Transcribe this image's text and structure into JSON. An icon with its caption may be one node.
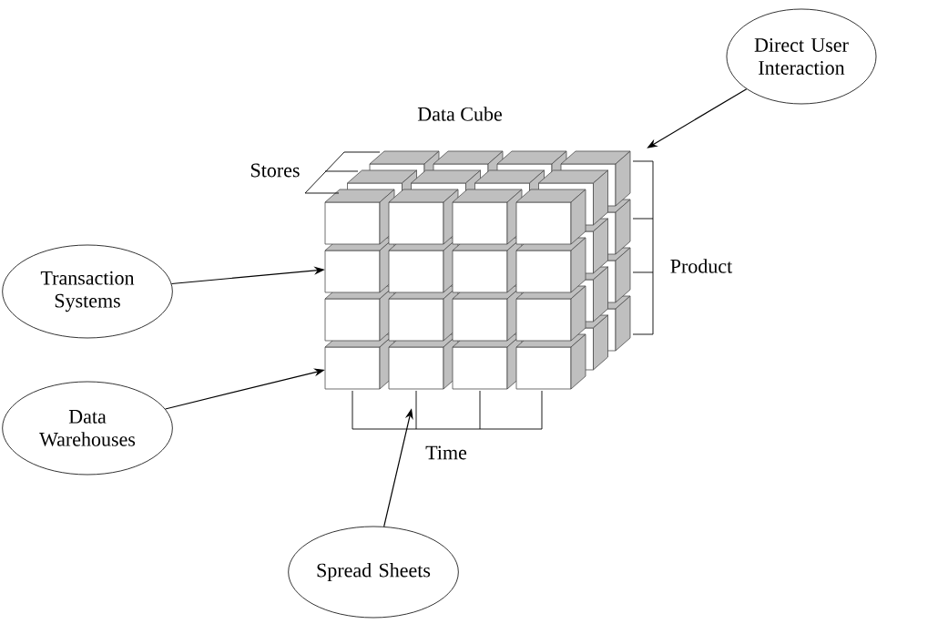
{
  "diagram": {
    "nodes": [
      {
        "text": [
          "Direct User Interaction"
        ]
      },
      {
        "text": [],
        "shape": "cube"
      },
      {
        "text": [
          "Transaction Systems"
        ]
      },
      {
        "text": [
          "Data Warehouses"
        ]
      },
      {
        "text": [
          "Spread Sheets"
        ]
      }
    ],
    "edges": [
      {
        "from": 0,
        "to": 1,
        "arrow": "to"
      },
      {
        "from": 2,
        "to": 1,
        "arrow": "to"
      },
      {
        "from": 3,
        "to": 1,
        "arrow": "to"
      },
      {
        "from": 4,
        "to": 1,
        "arrow": "to"
      }
    ],
    "labels": [
      "Data Cube",
      "Stores",
      "Product",
      "Time"
    ]
  }
}
